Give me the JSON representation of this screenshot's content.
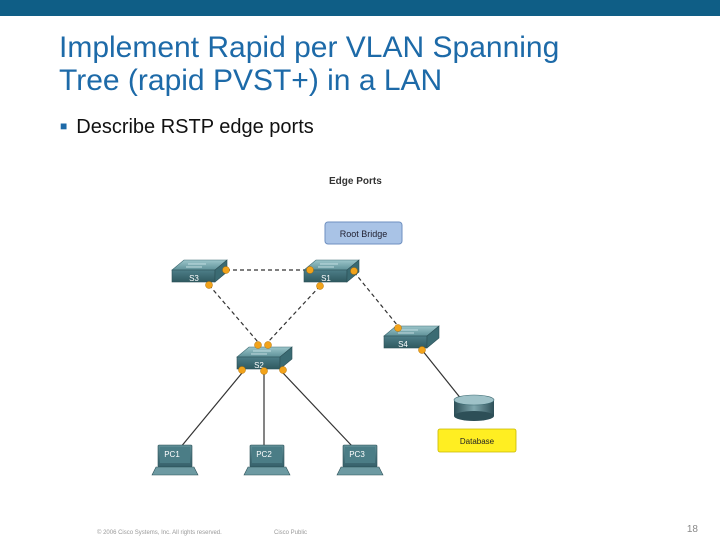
{
  "slide": {
    "title_line1": "Implement Rapid per VLAN Spanning",
    "title_line2": "Tree (rapid PVST+) in a LAN",
    "bullet": "Describe RSTP edge ports",
    "footer_left": "© 2006 Cisco Systems, Inc. All rights reserved.",
    "footer_mid": "Cisco Public",
    "page_number": "18"
  },
  "diagram": {
    "heading": "Edge Ports",
    "root_bridge_label": "Root Bridge",
    "database_label": "Database",
    "switches": [
      "S3",
      "S1",
      "S4",
      "S2"
    ],
    "pcs": [
      "PC1",
      "PC2",
      "PC3"
    ],
    "colors": {
      "switch": "#5a8e97",
      "port": "#f2a31b",
      "root_bridge_box": "#a9c3e6",
      "database_box": "#ffee22",
      "top_bar": "#0f5e86",
      "title": "#1d6aa8"
    }
  }
}
